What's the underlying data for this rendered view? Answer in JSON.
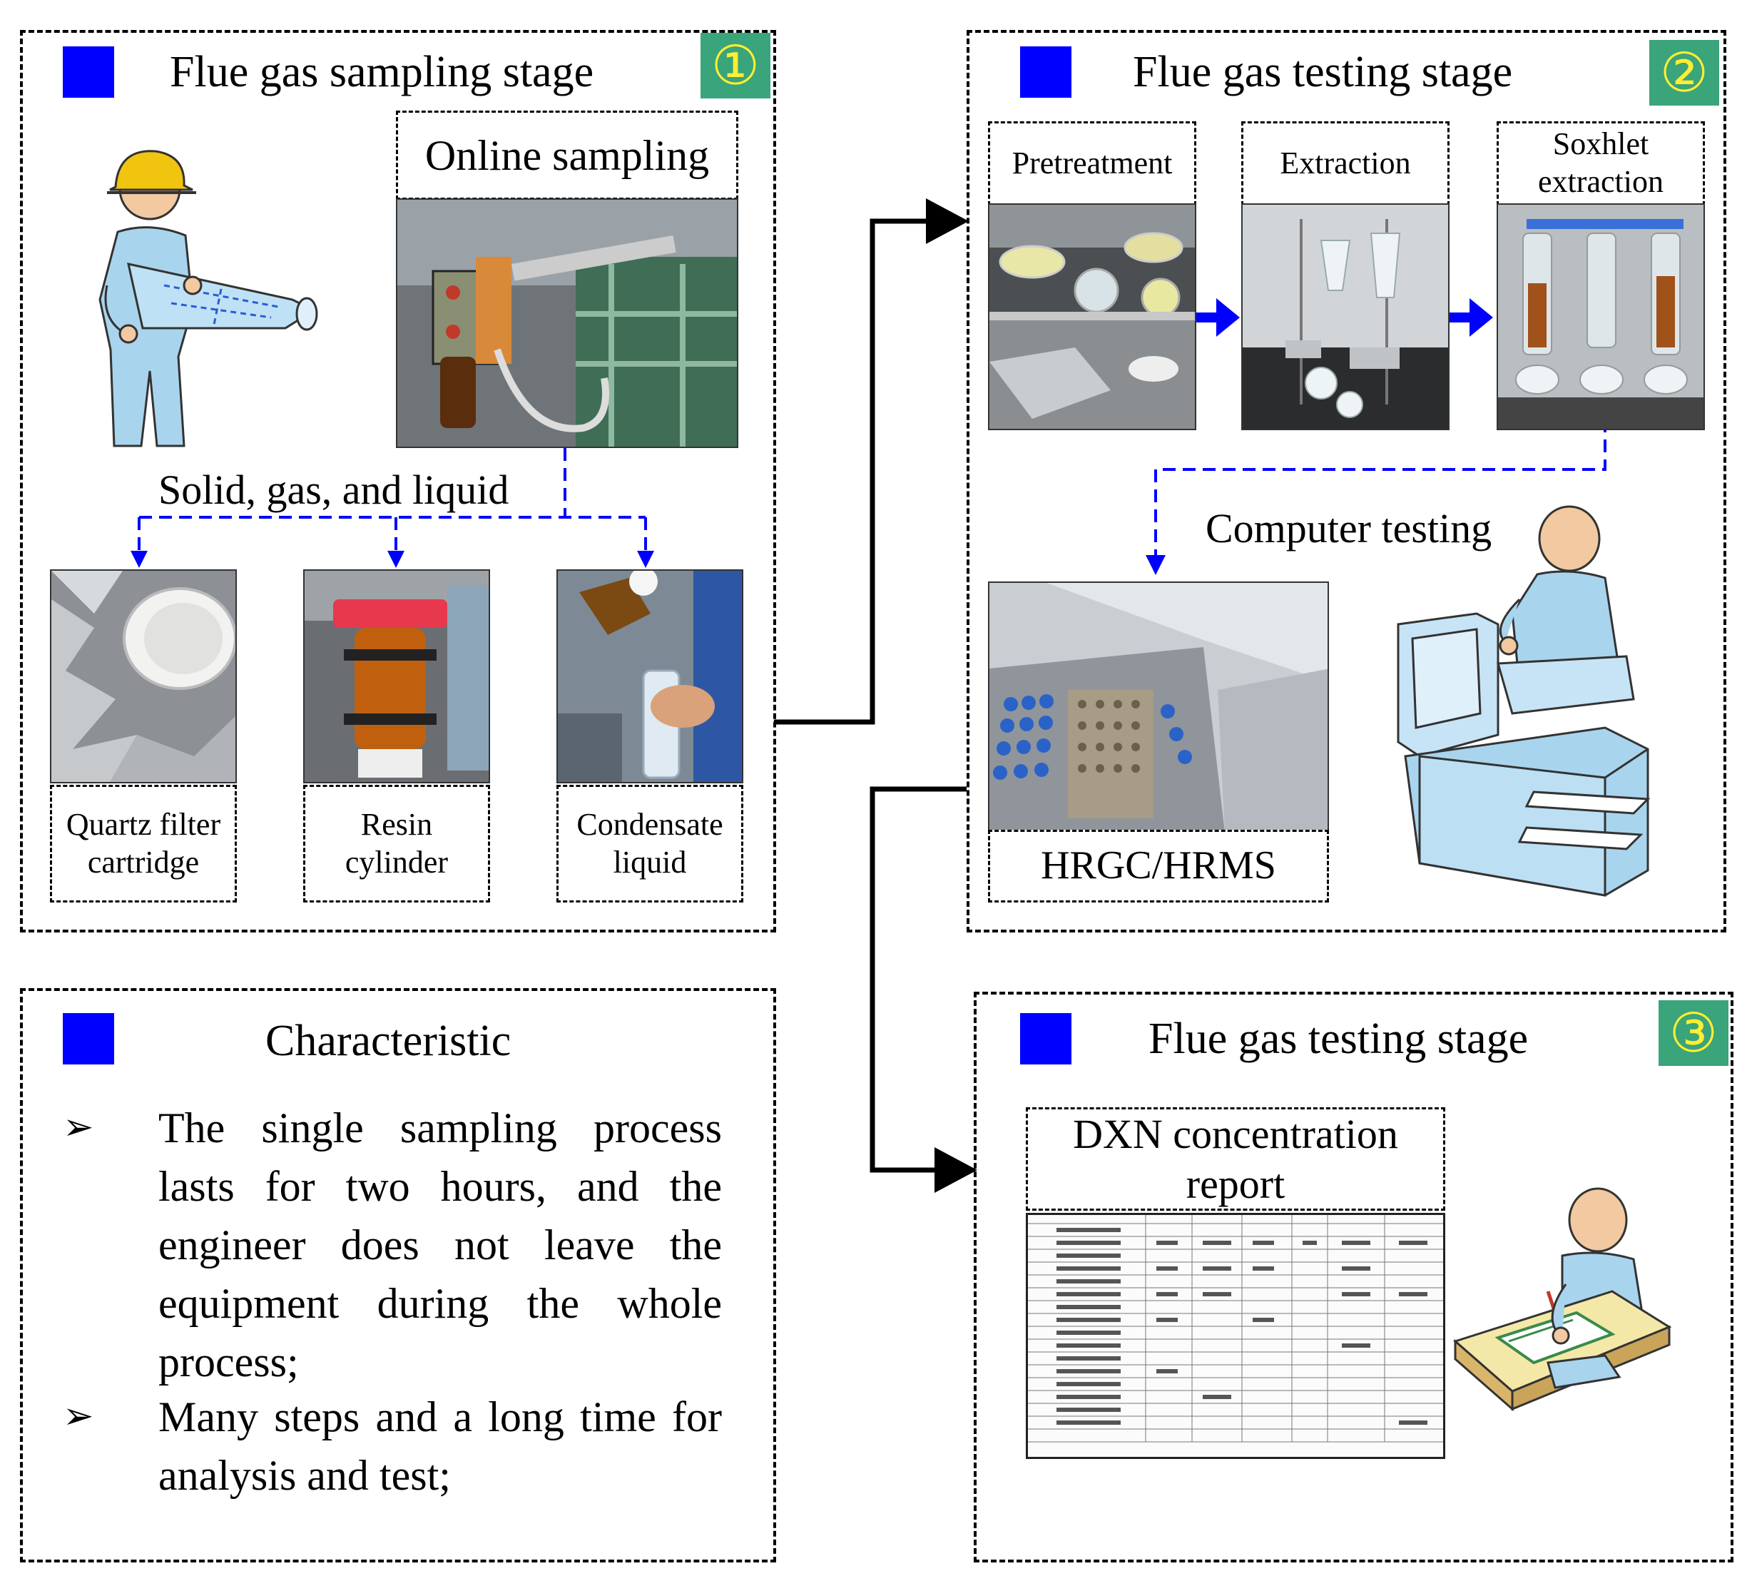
{
  "stage1": {
    "title": "Flue gas sampling stage",
    "number": "①",
    "online_label": "Online sampling",
    "phase_label": "Solid, gas, and liquid",
    "samples": [
      {
        "label": "Quartz filter cartridge"
      },
      {
        "label": "Resin cylinder"
      },
      {
        "label": "Condensate liquid"
      }
    ]
  },
  "stage2": {
    "title": "Flue gas testing stage",
    "number": "②",
    "steps": [
      {
        "label": "Pretreatment"
      },
      {
        "label": "Extraction"
      },
      {
        "label": "Soxhlet extraction"
      }
    ],
    "computer_label": "Computer testing",
    "instrument_label": "HRGC/HRMS"
  },
  "stage3": {
    "title": "Flue gas testing stage",
    "number": "③",
    "report_label": "DXN concentration report"
  },
  "characteristic": {
    "title": "Characteristic",
    "bullet_glyph": "➢",
    "items": [
      "The single sampling process lasts for two hours, and the engineer does not leave the equipment during the whole process;",
      "Many steps and a long time for analysis and test;"
    ]
  },
  "colors": {
    "square": "#0000ff",
    "badge": "#3aa47a",
    "badge_text": "#ffee33",
    "arrow_blue": "#0000ff"
  }
}
